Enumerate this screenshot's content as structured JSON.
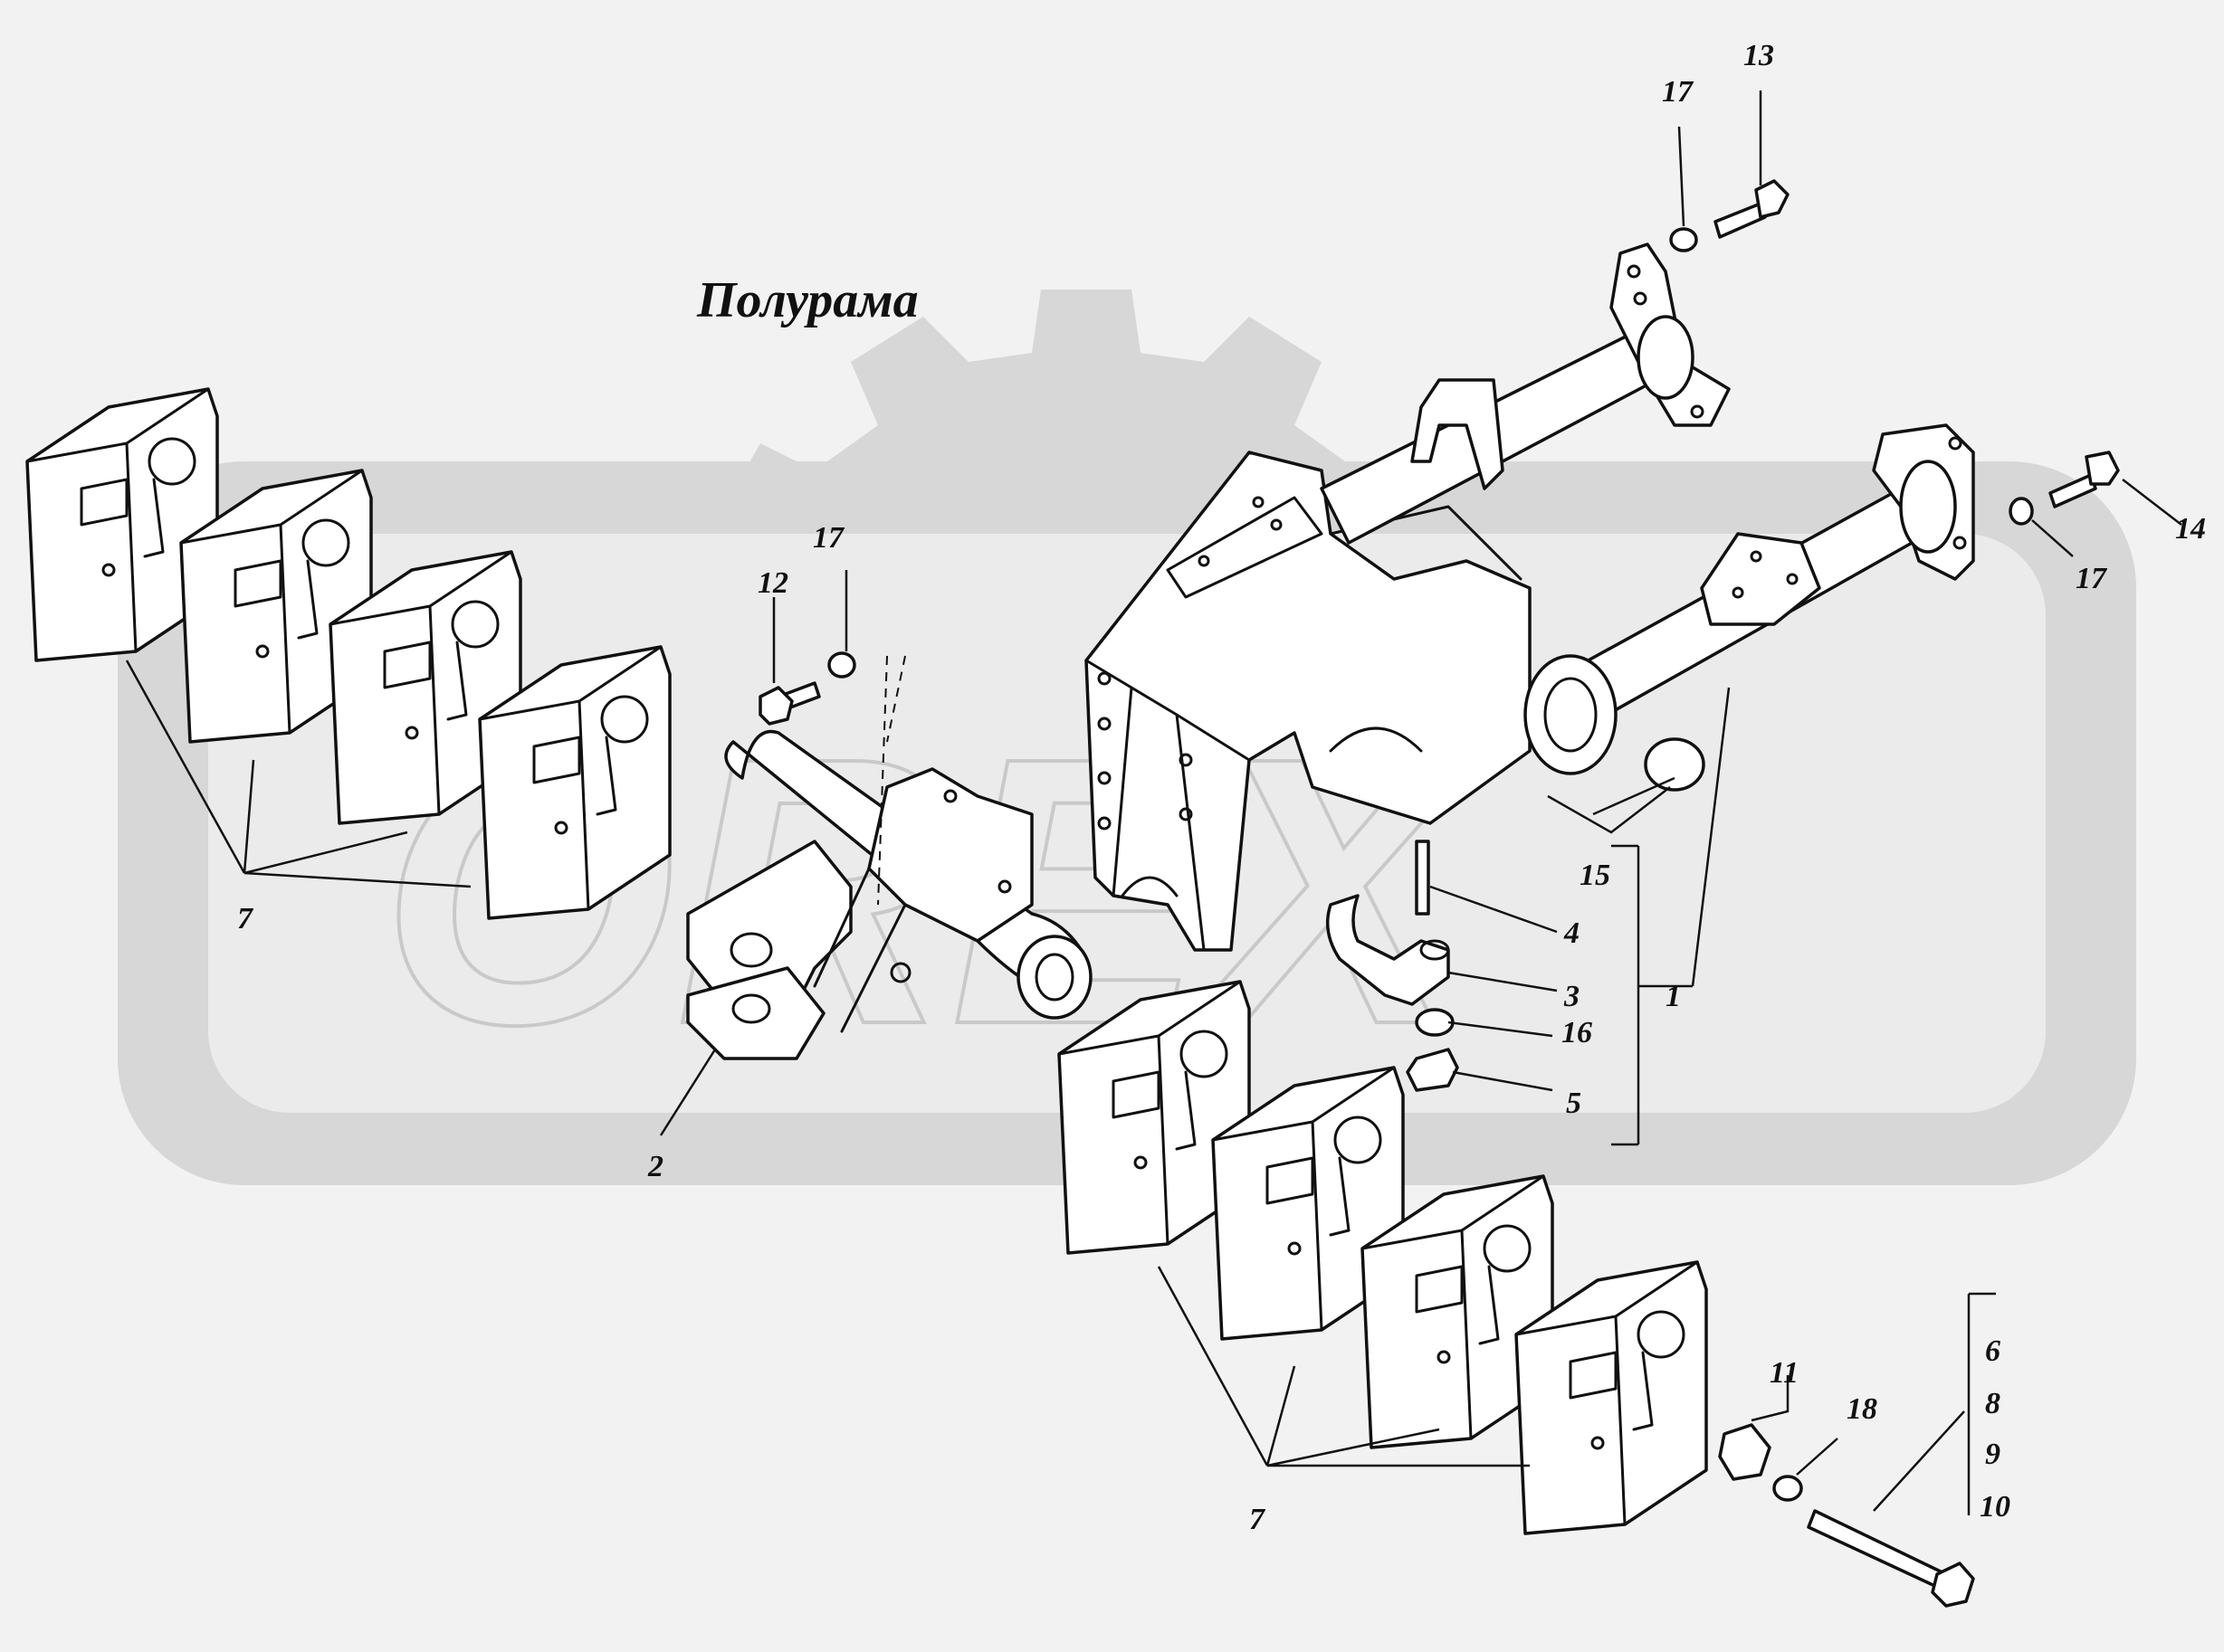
{
  "title": "Полурама",
  "labels": {
    "l1": "1",
    "l2": "2",
    "l3": "3",
    "l4": "4",
    "l5": "5",
    "l6": "6",
    "l7a": "7",
    "l7b": "7",
    "l8": "8",
    "l9": "9",
    "l10": "10",
    "l11": "11",
    "l12": "12",
    "l13": "13",
    "l14": "14",
    "l15": "15",
    "l16": "16",
    "l17a": "17",
    "l17b": "17",
    "l17c": "17",
    "l18": "18"
  },
  "colors": {
    "background": "#f2f2f2",
    "watermark": "#d7d7d7",
    "line": "#111111"
  },
  "watermark_icon": "gear-logo-watermark"
}
